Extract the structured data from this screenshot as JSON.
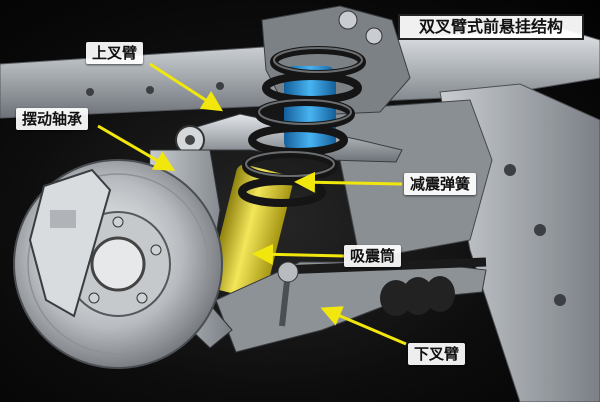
{
  "title": "双叉臂式前悬挂结构",
  "labels": {
    "upper_arm": "上叉臂",
    "swing_bearing": "摆动轴承",
    "damping_spring": "减震弹簧",
    "shock_absorber": "吸震筒",
    "lower_arm": "下叉臂"
  },
  "colors": {
    "spring": "#1f1f1f",
    "bump_stop": "#2f9be0",
    "shock_absorber": "#e0cf2a",
    "frame": "#b9bdc2",
    "arrow": "#f2e70c"
  }
}
